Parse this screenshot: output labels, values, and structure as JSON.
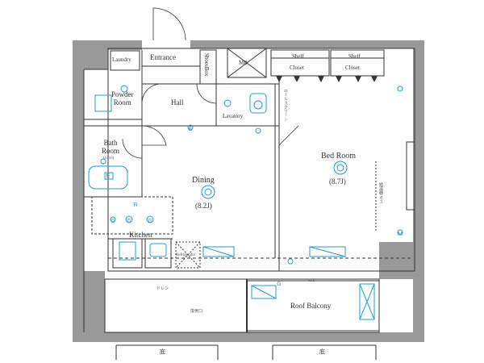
{
  "rooms": {
    "laundry": "Laundry",
    "entrance": "Entrance",
    "shoes_box": "ShoesBox",
    "mb": "MB",
    "shelf_left": "Shelf",
    "closet_left": "Closet",
    "shelf_right": "Shelf",
    "closet_right": "Closet",
    "powder_room": "Powder\nRoom",
    "hall": "Hall",
    "lavatory": "Lavatory",
    "bath_room": "Bath\nRoom",
    "bath_size": "(1216)",
    "dining": "Dining",
    "dining_size": "(8.2J)",
    "bed_room": "Bed Room",
    "bed_room_size": "(8.7J)",
    "kitchen": "Kitchen",
    "refrigerator": "Refrigerator",
    "roof_balcony": "Roof Balcony",
    "fix": "FIX"
  },
  "annotations": {
    "eaves_left": "庇",
    "eaves_right": "庇",
    "curtain_rail": "ロールスクリーン",
    "drain": "ドレン",
    "sink_note": "給湯器/ガス",
    "vent_note": "換気口"
  },
  "symbols": {
    "kitchen_marks": [
      "R",
      "G",
      "G",
      "G"
    ],
    "bath_mark": "E",
    "balcony_mark": "G",
    "small_marks": [
      "E",
      "M"
    ]
  },
  "colors": {
    "wall": "#999999",
    "line": "#333333",
    "fixture": "#1f9bd0",
    "background": "#ffffff"
  }
}
